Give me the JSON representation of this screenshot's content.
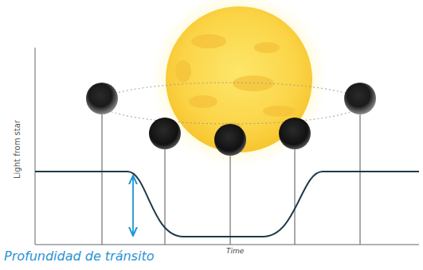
{
  "diagram": {
    "labels": [
      "Light from star",
      "Time",
      "Profundidad de tránsito"
    ]
  }
}
